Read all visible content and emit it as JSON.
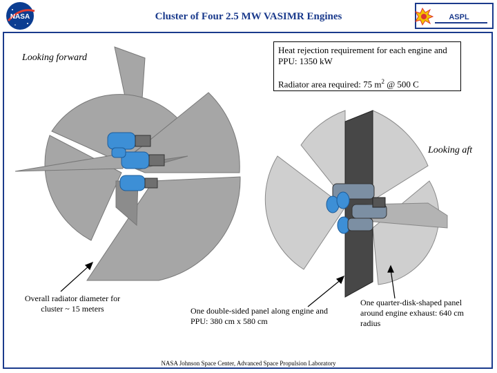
{
  "header": {
    "title": "Cluster of Four 2.5 MW VASIMR Engines",
    "nasa_logo_text": "NASA",
    "aspl_logo_text": "ASPL"
  },
  "labels": {
    "looking_forward": "Looking forward",
    "looking_aft": "Looking aft"
  },
  "requirements": {
    "line1": "Heat rejection requirement for each engine and PPU: 1350 kW",
    "line2_prefix": "Radiator area required:  75 m",
    "line2_sup": "2",
    "line2_suffix": " @ 500 C"
  },
  "callouts": {
    "diameter": "Overall radiator diameter for cluster ~ 15 meters",
    "panel": "One double-sided panel along engine and PPU: 380 cm x 580 cm",
    "quarter_disk": "One quarter-disk-shaped panel around engine exhaust: 640 cm radius"
  },
  "footer": {
    "text": "NASA Johnson Space Center, Advanced Space Propulsion Laboratory"
  },
  "colors": {
    "frame": "#1a3a8c",
    "panel": "#a6a6a6",
    "panel_light": "#cfcfcf",
    "panel_dark": "#474747",
    "engine_blue": "#3d8fd6"
  }
}
